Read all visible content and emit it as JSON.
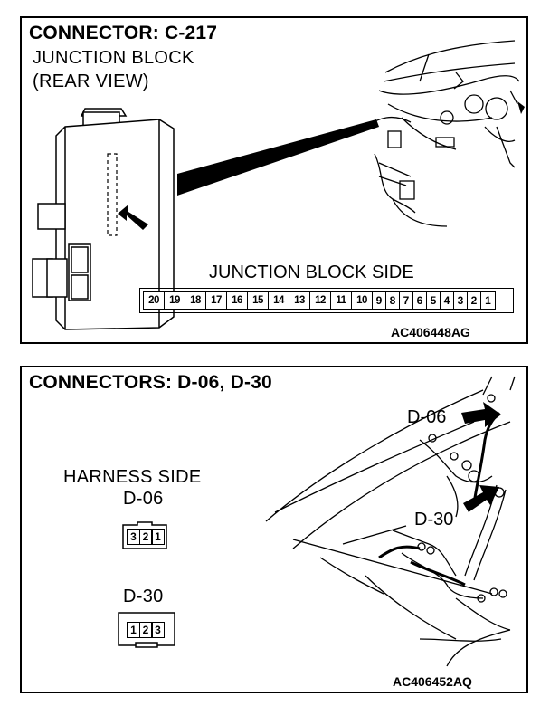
{
  "panel1": {
    "title": "CONNECTOR: C-217",
    "subtitle_line1": "JUNCTION BLOCK",
    "subtitle_line2": "(REAR VIEW)",
    "side_label": "JUNCTION BLOCK SIDE",
    "pins": [
      "20",
      "19",
      "18",
      "17",
      "16",
      "15",
      "14",
      "13",
      "12",
      "11",
      "10",
      "9",
      "8",
      "7",
      "6",
      "5",
      "4",
      "3",
      "2",
      "1"
    ],
    "code": "AC406448AG"
  },
  "panel2": {
    "title": "CONNECTORS: D-06, D-30",
    "harness_side": "HARNESS SIDE",
    "d06_label": "D-06",
    "d06_pins": [
      "3",
      "2",
      "1"
    ],
    "d30_label": "D-30",
    "d30_pins": [
      "1",
      "2",
      "3"
    ],
    "callout_d06": "D-06",
    "callout_d30": "D-30",
    "code": "AC406452AQ"
  }
}
